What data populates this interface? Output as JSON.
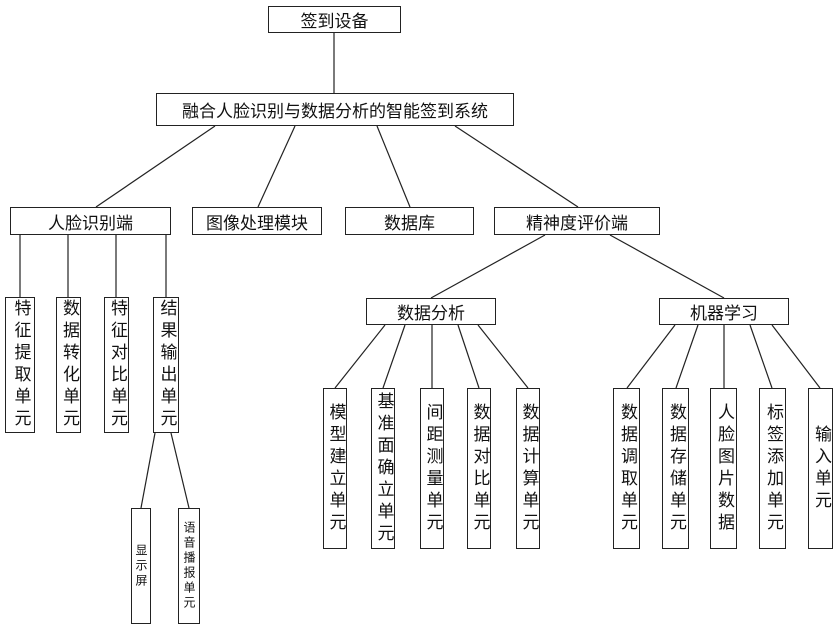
{
  "root": "签到设备",
  "system": "融合人脸识别与数据分析的智能签到系统",
  "modules": {
    "face": "人脸识别端",
    "image": "图像处理模块",
    "database": "数据库",
    "spirit": "精神度评价端"
  },
  "face_units": [
    "特征提取单元",
    "数据转化单元",
    "特征对比单元",
    "结果输出单元"
  ],
  "output_devices": [
    "显示屏",
    "语音播报单元"
  ],
  "spirit_groups": {
    "analysis": "数据分析",
    "ml": "机器学习"
  },
  "analysis_units": [
    "模型建立单元",
    "基准面确立单元",
    "间距测量单元",
    "数据对比单元",
    "数据计算单元"
  ],
  "ml_units": [
    "数据调取单元",
    "数据存储单元",
    "人脸图片数据",
    "标签添加单元",
    "输入单元"
  ]
}
